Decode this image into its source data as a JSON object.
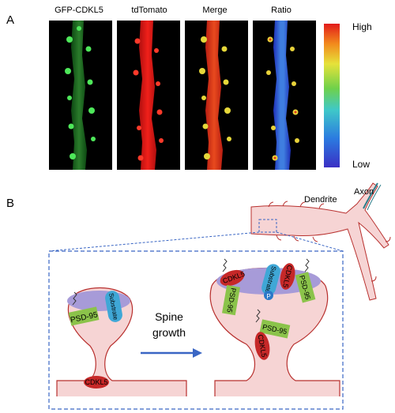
{
  "panel_a": {
    "letter": "A",
    "titles": [
      "GFP-CDKL5",
      "tdTomato",
      "Merge",
      "Ratio"
    ],
    "scale_high": "High",
    "scale_low": "Low"
  },
  "panel_b": {
    "letter": "B",
    "dendrite": "Dendrite",
    "axon": "Axon",
    "spine_growth_line1": "Spine",
    "spine_growth_line2": "growth",
    "left_spine": {
      "psd": "PSD-95",
      "substrate": "Substrate",
      "cdkl5": "CDKL5"
    },
    "right_spine": {
      "cdkl5_a": "CDKL5",
      "psd_a": "PSD-95",
      "substrate": "Substrate",
      "p": "P",
      "cdkl5_b": "CDKL5",
      "psd_b": "PSD-95",
      "psd_c": "PSD-95",
      "cdkl5_c": "CDKL5"
    }
  },
  "colors": {
    "green_channel": "#3fd14a",
    "red_channel": "#e8201a",
    "membrane": "#b8302e",
    "cytoplasm": "#f6d4d4",
    "psd_purple": "#a79bd8",
    "psd95": "#8bc34a",
    "cdkl5": "#c62828",
    "substrate": "#3fa7d6",
    "arrow": "#3a66c4"
  }
}
